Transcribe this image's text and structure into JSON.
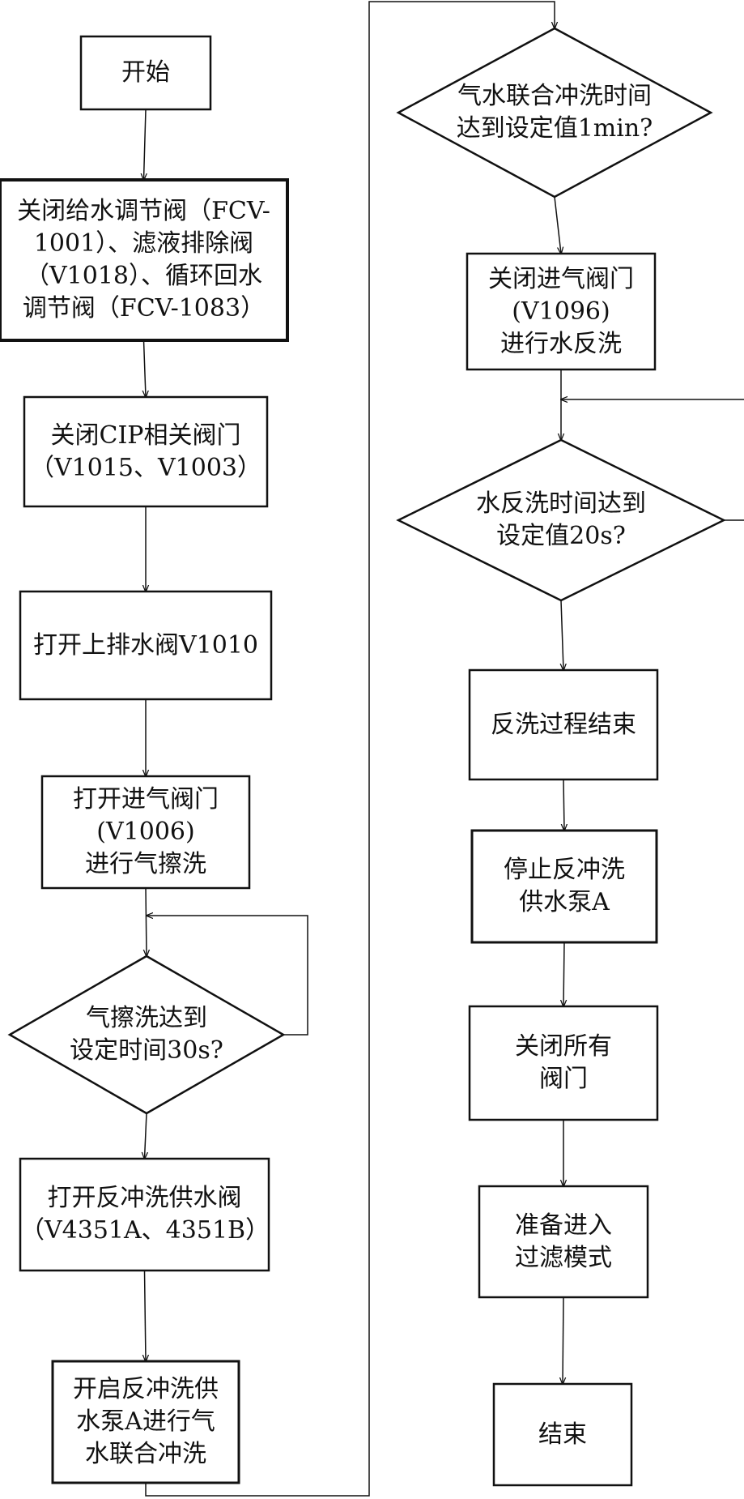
{
  "flowchart": {
    "nodes": [
      {
        "id": "start",
        "shape": "rect",
        "text": "开始"
      },
      {
        "id": "close-feed-valves",
        "shape": "rect",
        "text": "关闭给水调节阀（FCV-\n1001）、滤液排除阀\n（V1018）、循环回水\n调节阀（FCV-1083）"
      },
      {
        "id": "close-cip-valves",
        "shape": "rect",
        "text": "关闭CIP相关阀门\n（V1015、V1003）"
      },
      {
        "id": "open-drain-valve",
        "shape": "rect",
        "text": "打开上排水阀V1010"
      },
      {
        "id": "open-air-valve",
        "shape": "rect",
        "text": "打开进气阀门\n(V1006)\n进行气擦洗"
      },
      {
        "id": "air-scrub-check",
        "shape": "diamond",
        "text": "气擦洗达到\n设定时间30s?"
      },
      {
        "id": "open-backwash-supply",
        "shape": "rect",
        "text": "打开反冲洗供水阀\n（V4351A、4351B）"
      },
      {
        "id": "start-pump-a",
        "shape": "rect",
        "text": "开启反冲洗供\n水泵A进行气\n水联合冲洗"
      },
      {
        "id": "combined-wash-check",
        "shape": "diamond",
        "text": "气水联合冲洗时间\n达到设定值1min?"
      },
      {
        "id": "close-air-valve",
        "shape": "rect",
        "text": "关闭进气阀门\n(V1096)\n进行水反洗"
      },
      {
        "id": "water-backwash-check",
        "shape": "diamond",
        "text": "水反洗时间达到\n设定值20s?"
      },
      {
        "id": "backwash-end",
        "shape": "rect",
        "text": "反洗过程结束"
      },
      {
        "id": "stop-pump-a",
        "shape": "rect",
        "text": "停止反冲洗\n供水泵A"
      },
      {
        "id": "close-all-valves",
        "shape": "rect",
        "text": "关闭所有\n阀门"
      },
      {
        "id": "prepare-filter-mode",
        "shape": "rect",
        "text": "准备进入\n过滤模式"
      },
      {
        "id": "end",
        "shape": "rect",
        "text": "结束"
      }
    ],
    "edges": [
      {
        "from": "start",
        "to": "close-feed-valves"
      },
      {
        "from": "close-feed-valves",
        "to": "close-cip-valves"
      },
      {
        "from": "close-cip-valves",
        "to": "open-drain-valve"
      },
      {
        "from": "open-drain-valve",
        "to": "open-air-valve"
      },
      {
        "from": "open-air-valve",
        "to": "air-scrub-check"
      },
      {
        "from": "air-scrub-check",
        "to": "air-scrub-check",
        "kind": "loop"
      },
      {
        "from": "air-scrub-check",
        "to": "open-backwash-supply"
      },
      {
        "from": "open-backwash-supply",
        "to": "start-pump-a"
      },
      {
        "from": "start-pump-a",
        "to": "combined-wash-check",
        "kind": "column-jump"
      },
      {
        "from": "combined-wash-check",
        "to": "close-air-valve"
      },
      {
        "from": "close-air-valve",
        "to": "water-backwash-check"
      },
      {
        "from": "water-backwash-check",
        "to": "water-backwash-check",
        "kind": "loop"
      },
      {
        "from": "water-backwash-check",
        "to": "backwash-end"
      },
      {
        "from": "backwash-end",
        "to": "stop-pump-a"
      },
      {
        "from": "stop-pump-a",
        "to": "close-all-valves"
      },
      {
        "from": "close-all-valves",
        "to": "prepare-filter-mode"
      },
      {
        "from": "prepare-filter-mode",
        "to": "end"
      }
    ]
  },
  "colors": {
    "stroke": "#111111",
    "text": "#111111",
    "background": "#ffffff"
  }
}
